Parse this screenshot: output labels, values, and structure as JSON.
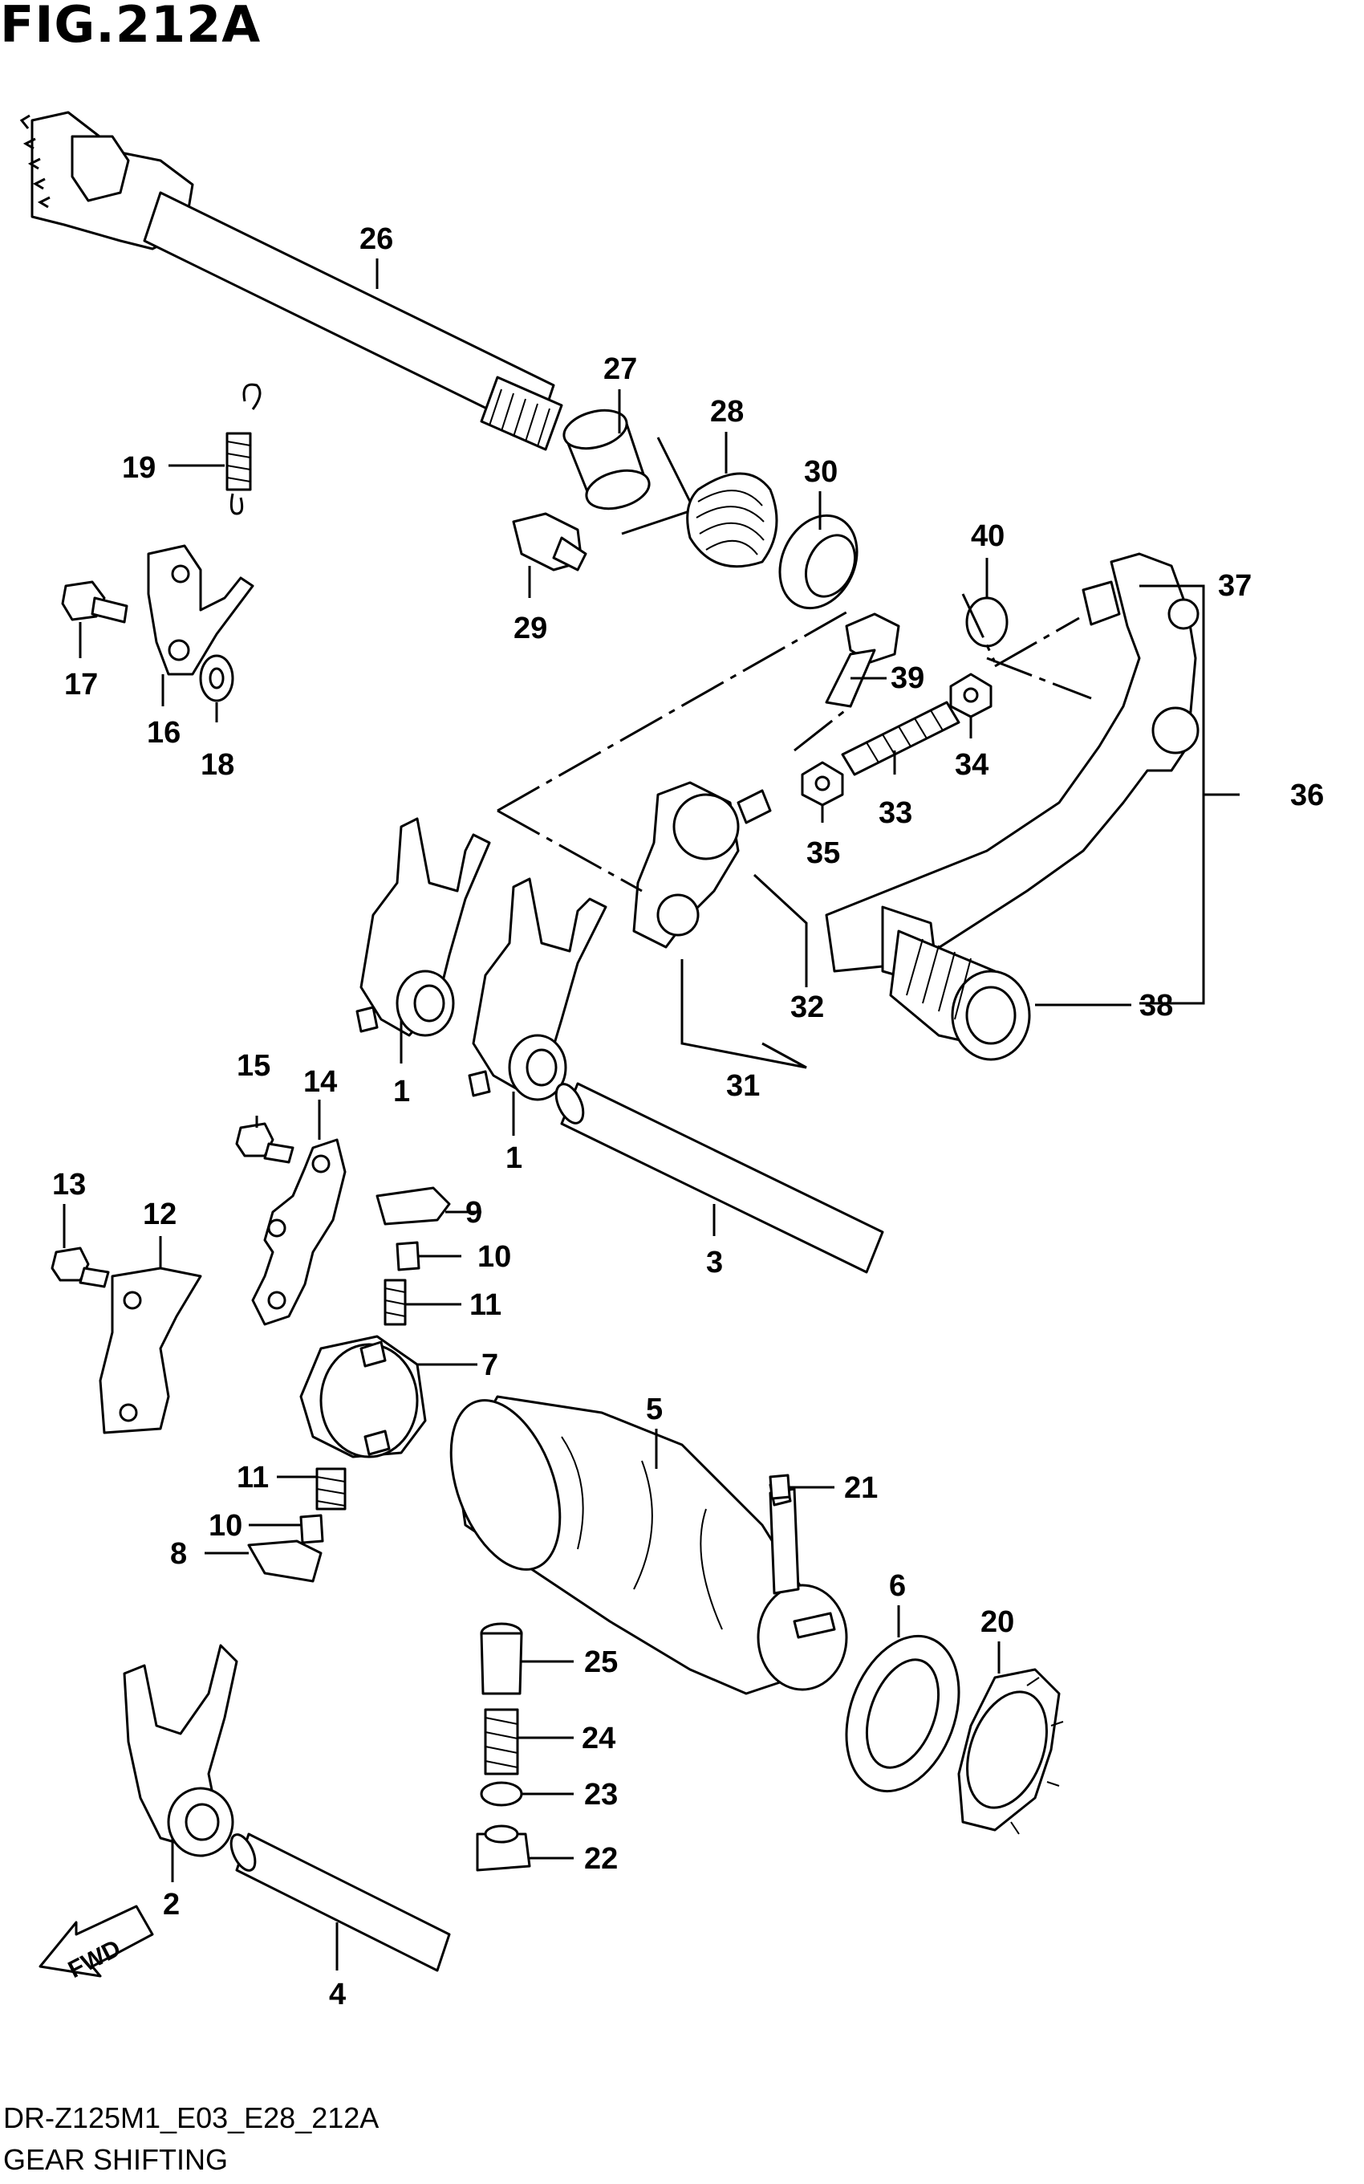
{
  "figure": {
    "title": "FIG.212A",
    "model_code": "DR-Z125M1_E03_E28_212A",
    "section_name": "GEAR SHIFTING"
  },
  "fwd_badge": "FWD",
  "callouts": [
    "1",
    "1",
    "2",
    "3",
    "4",
    "5",
    "6",
    "7",
    "8",
    "9",
    "10",
    "10",
    "11",
    "11",
    "12",
    "13",
    "14",
    "15",
    "16",
    "17",
    "18",
    "19",
    "20",
    "21",
    "22",
    "23",
    "24",
    "25",
    "26",
    "27",
    "28",
    "29",
    "30",
    "31",
    "32",
    "33",
    "34",
    "35",
    "36",
    "37",
    "38",
    "39",
    "40"
  ]
}
